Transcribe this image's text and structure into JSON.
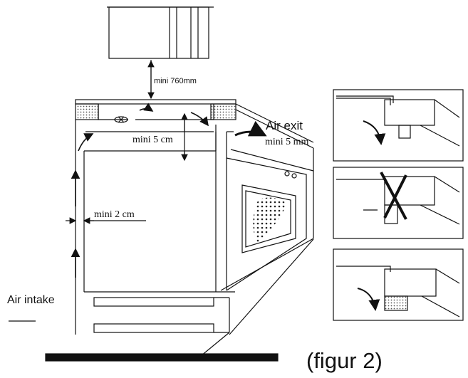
{
  "labels": {
    "min_760": "mini 760mm",
    "min_5cm": "mini 5 cm",
    "air_exit": "Air exit",
    "min_5mm": "mini 5 mm",
    "min_2cm": "mini 2 cm",
    "air_intake": "Air intake",
    "figure": "(figur 2)"
  },
  "icons": {
    "fan": "fan-icon",
    "cross": "cross-icon"
  },
  "colors": {
    "line": "#111111",
    "hatch": "#9a9a9a"
  }
}
